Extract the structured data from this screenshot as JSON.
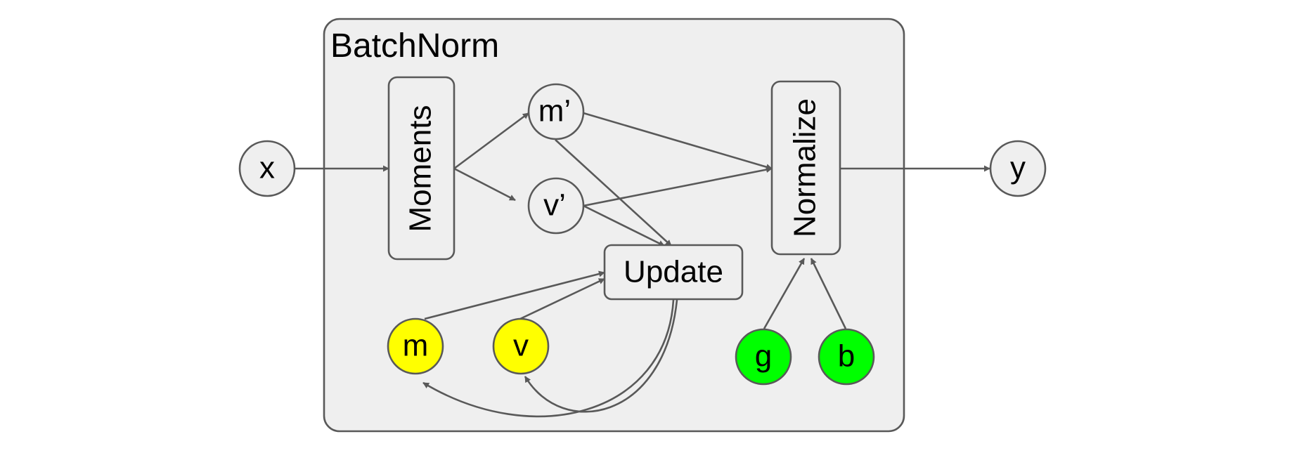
{
  "diagram": {
    "title": "BatchNorm",
    "nodes": {
      "x": "x",
      "y": "y",
      "moments": "Moments",
      "m_prime": "m’",
      "v_prime": "v’",
      "normalize": "Normalize",
      "update": "Update",
      "m": "m",
      "v": "v",
      "g": "g",
      "b": "b"
    },
    "colors": {
      "container_fill": "#efefef",
      "node_fill": "#efefef",
      "stroke": "#595959",
      "state_fill": "#ffff00",
      "param_fill": "#00ff00"
    }
  }
}
